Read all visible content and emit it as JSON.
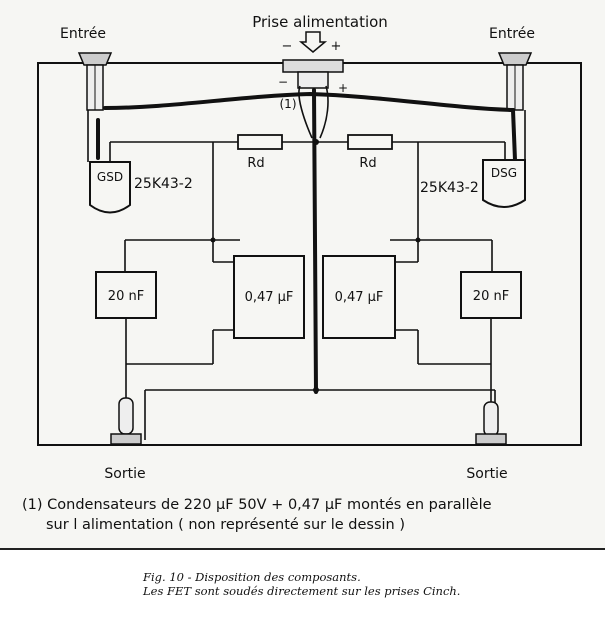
{
  "diagram": {
    "power_socket_label": "Prise alimentation",
    "input_left_label": "Entrée",
    "input_right_label": "Entrée",
    "polarity_minus": "−",
    "polarity_plus": "+",
    "note_ref": "(1)",
    "resistor_left_label": "Rd",
    "resistor_right_label": "Rd",
    "fet_left_pins": "GSD",
    "fet_right_pins": "DSG",
    "fet_left_type": "25K43-2",
    "fet_right_type": "25K43-2",
    "cap_outer_left": "20 nF",
    "cap_inner_left": "0,47 µF",
    "cap_inner_right": "0,47 µF",
    "cap_outer_right": "20 nF",
    "output_left_label": "Sortie",
    "output_right_label": "Sortie",
    "footnote_line1": "(1) Condensateurs de 220 µF 50V + 0,47 µF montés en parallèle",
    "footnote_line2": "sur l alimentation ( non représenté sur le dessin )"
  },
  "caption": {
    "line1": "Fig. 10 - Disposition des composants.",
    "line2": "Les FET sont soudés directement sur les prises Cinch."
  }
}
